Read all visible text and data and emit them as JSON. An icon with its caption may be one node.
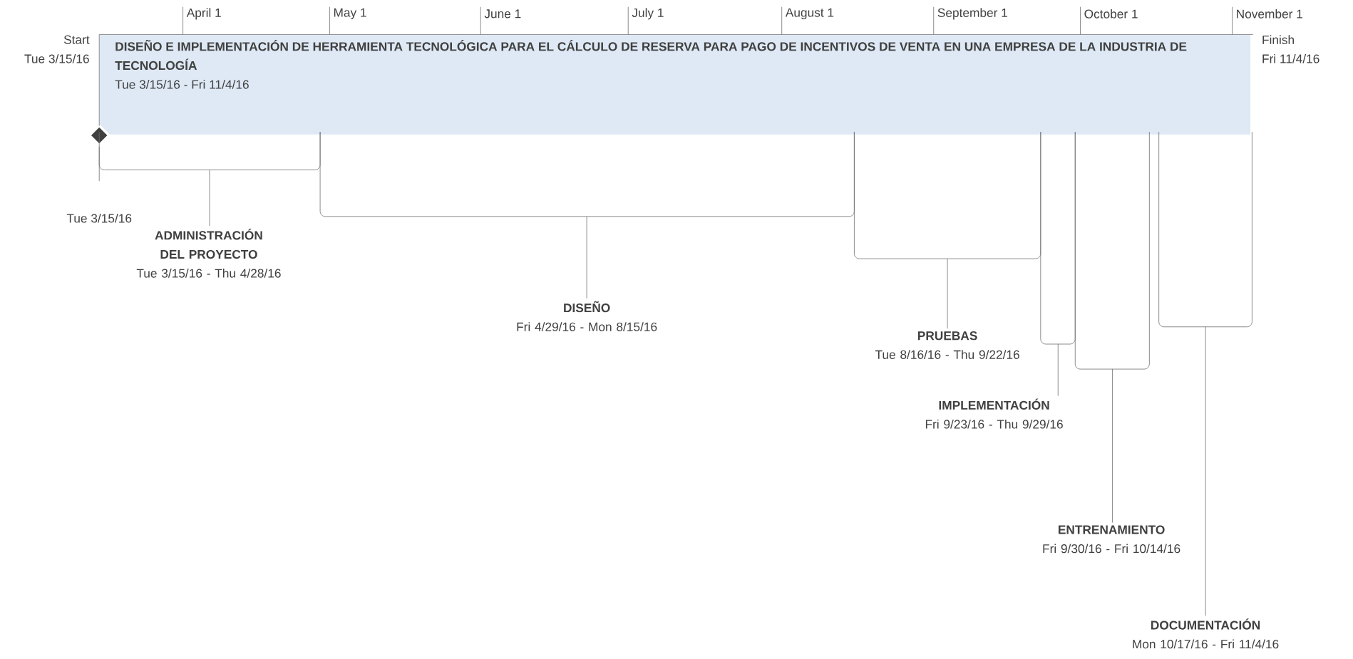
{
  "diagram": {
    "nodes": [
      {
        "text": [
          "DISEÑO E IMPLEMENTACIÓN DE HERRAMIENTA TECNOLÓGICA PARA EL CÁLCULO DE RESERVA PARA PAGO DE INCENTIVOS DE VENTA EN UNA EMPRESA DE LA INDUSTRIA DE TECNOLOGÍA",
          "Tue 3/15/16 - Fri 11/4/16"
        ]
      },
      {
        "text": [],
        "shape": "diamond"
      },
      {
        "text": [],
        "shape": "bracket"
      },
      {
        "text": [
          "ADMINISTRACIÓN DEL PROYECTO",
          "Tue 3/15/16 - Thu 4/28/16"
        ]
      },
      {
        "text": [],
        "shape": "bracket"
      },
      {
        "text": [
          "DISEÑO",
          "Fri 4/29/16 - Mon 8/15/16"
        ]
      },
      {
        "text": [],
        "shape": "bracket"
      },
      {
        "text": [
          "PRUEBAS",
          "Tue 8/16/16 - Thu 9/22/16"
        ]
      },
      {
        "text": [],
        "shape": "bracket"
      },
      {
        "text": [
          "IMPLEMENTACIÓN",
          "Fri 9/23/16 - Thu 9/29/16"
        ]
      },
      {
        "text": [],
        "shape": "bracket"
      },
      {
        "text": [
          "ENTRENAMIENTO",
          "Fri 9/30/16 - Fri 10/14/16"
        ]
      },
      {
        "text": [],
        "shape": "bracket"
      },
      {
        "text": [
          "DOCUMENTACIÓN",
          "Mon 10/17/16 - Fri 11/4/16"
        ]
      }
    ],
    "edges": [
      {
        "from": 3,
        "to": 2,
        "arrow": "none"
      },
      {
        "from": 5,
        "to": 4,
        "arrow": "none"
      },
      {
        "from": 7,
        "to": 6,
        "arrow": "none"
      },
      {
        "from": 9,
        "to": 8,
        "arrow": "none"
      },
      {
        "from": 11,
        "to": 10,
        "arrow": "none"
      },
      {
        "from": 13,
        "to": 12,
        "arrow": "none"
      }
    ],
    "labels": [
      "April 1",
      "May 1",
      "June 1",
      "July 1",
      "August 1",
      "September 1",
      "October 1",
      "November 1",
      "Start",
      "Tue 3/15/16",
      "Finish",
      "Fri 11/4/16",
      "Tue 3/15/16"
    ]
  }
}
